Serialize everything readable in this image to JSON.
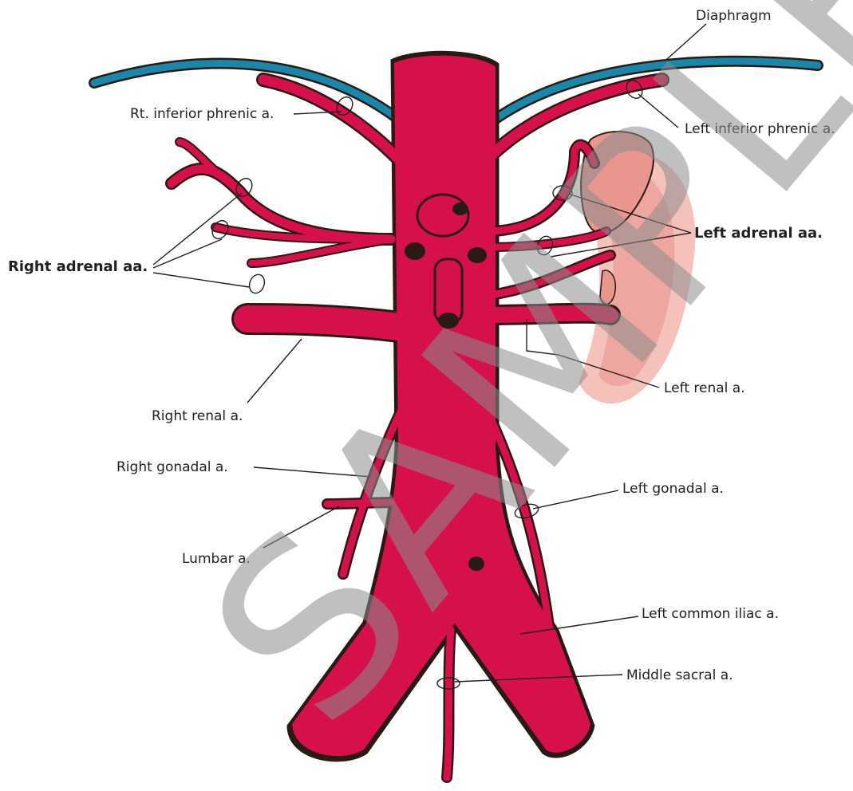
{
  "colors": {
    "artery": "#d6104a",
    "outline": "#2a1a14",
    "diaphragm": "#1a86a8",
    "adrenal": "#e8968e",
    "kidney": "#f4c1bb",
    "label": "#231f20",
    "watermark": "#8c8c8c"
  },
  "labels": {
    "diaphragm": "Diaphragm",
    "rt_inferior_phrenic": "Rt. inferior phrenic a.",
    "left_inferior_phrenic": "Left inferior phrenic a.",
    "left_adrenal": "Left adrenal aa.",
    "right_adrenal": "Right adrenal aa.",
    "left_renal": "Left renal a.",
    "right_renal": "Right renal a.",
    "right_gonadal": "Right gonadal a.",
    "left_gonadal": "Left gonadal a.",
    "lumbar": "Lumbar a.",
    "left_common_iliac": "Left common iliac a.",
    "middle_sacral": "Middle sacral a."
  },
  "watermark": "SAMPLE"
}
